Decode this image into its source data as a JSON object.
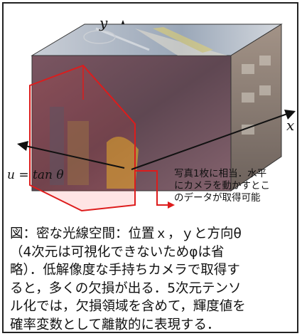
{
  "diagram": {
    "axis_y_label": "y",
    "axis_x_label": "x",
    "u_label": "u = tan θ"
  },
  "annotation": {
    "lines": [
      "写真1枚に相当．水平",
      "にカメラを動かすとこ",
      "のデータが取得可能"
    ]
  },
  "caption": {
    "lines": [
      "図：密な光線空間：位置ｘ，ｙと方向θ",
      "（4次元は可視化できないためφは省",
      "略）．低解像度な手持ちカメラで取得す",
      "ると，多くの欠損が出る．5次元テンソ",
      "ル化では，欠損領域を含めて，輝度値を",
      "確率変数として離散的に表現する．"
    ]
  },
  "colors": {
    "slice": "#dd1c1c",
    "front": "#6a4a55",
    "top": "#b8c0cc",
    "side": "#8e7f78"
  }
}
